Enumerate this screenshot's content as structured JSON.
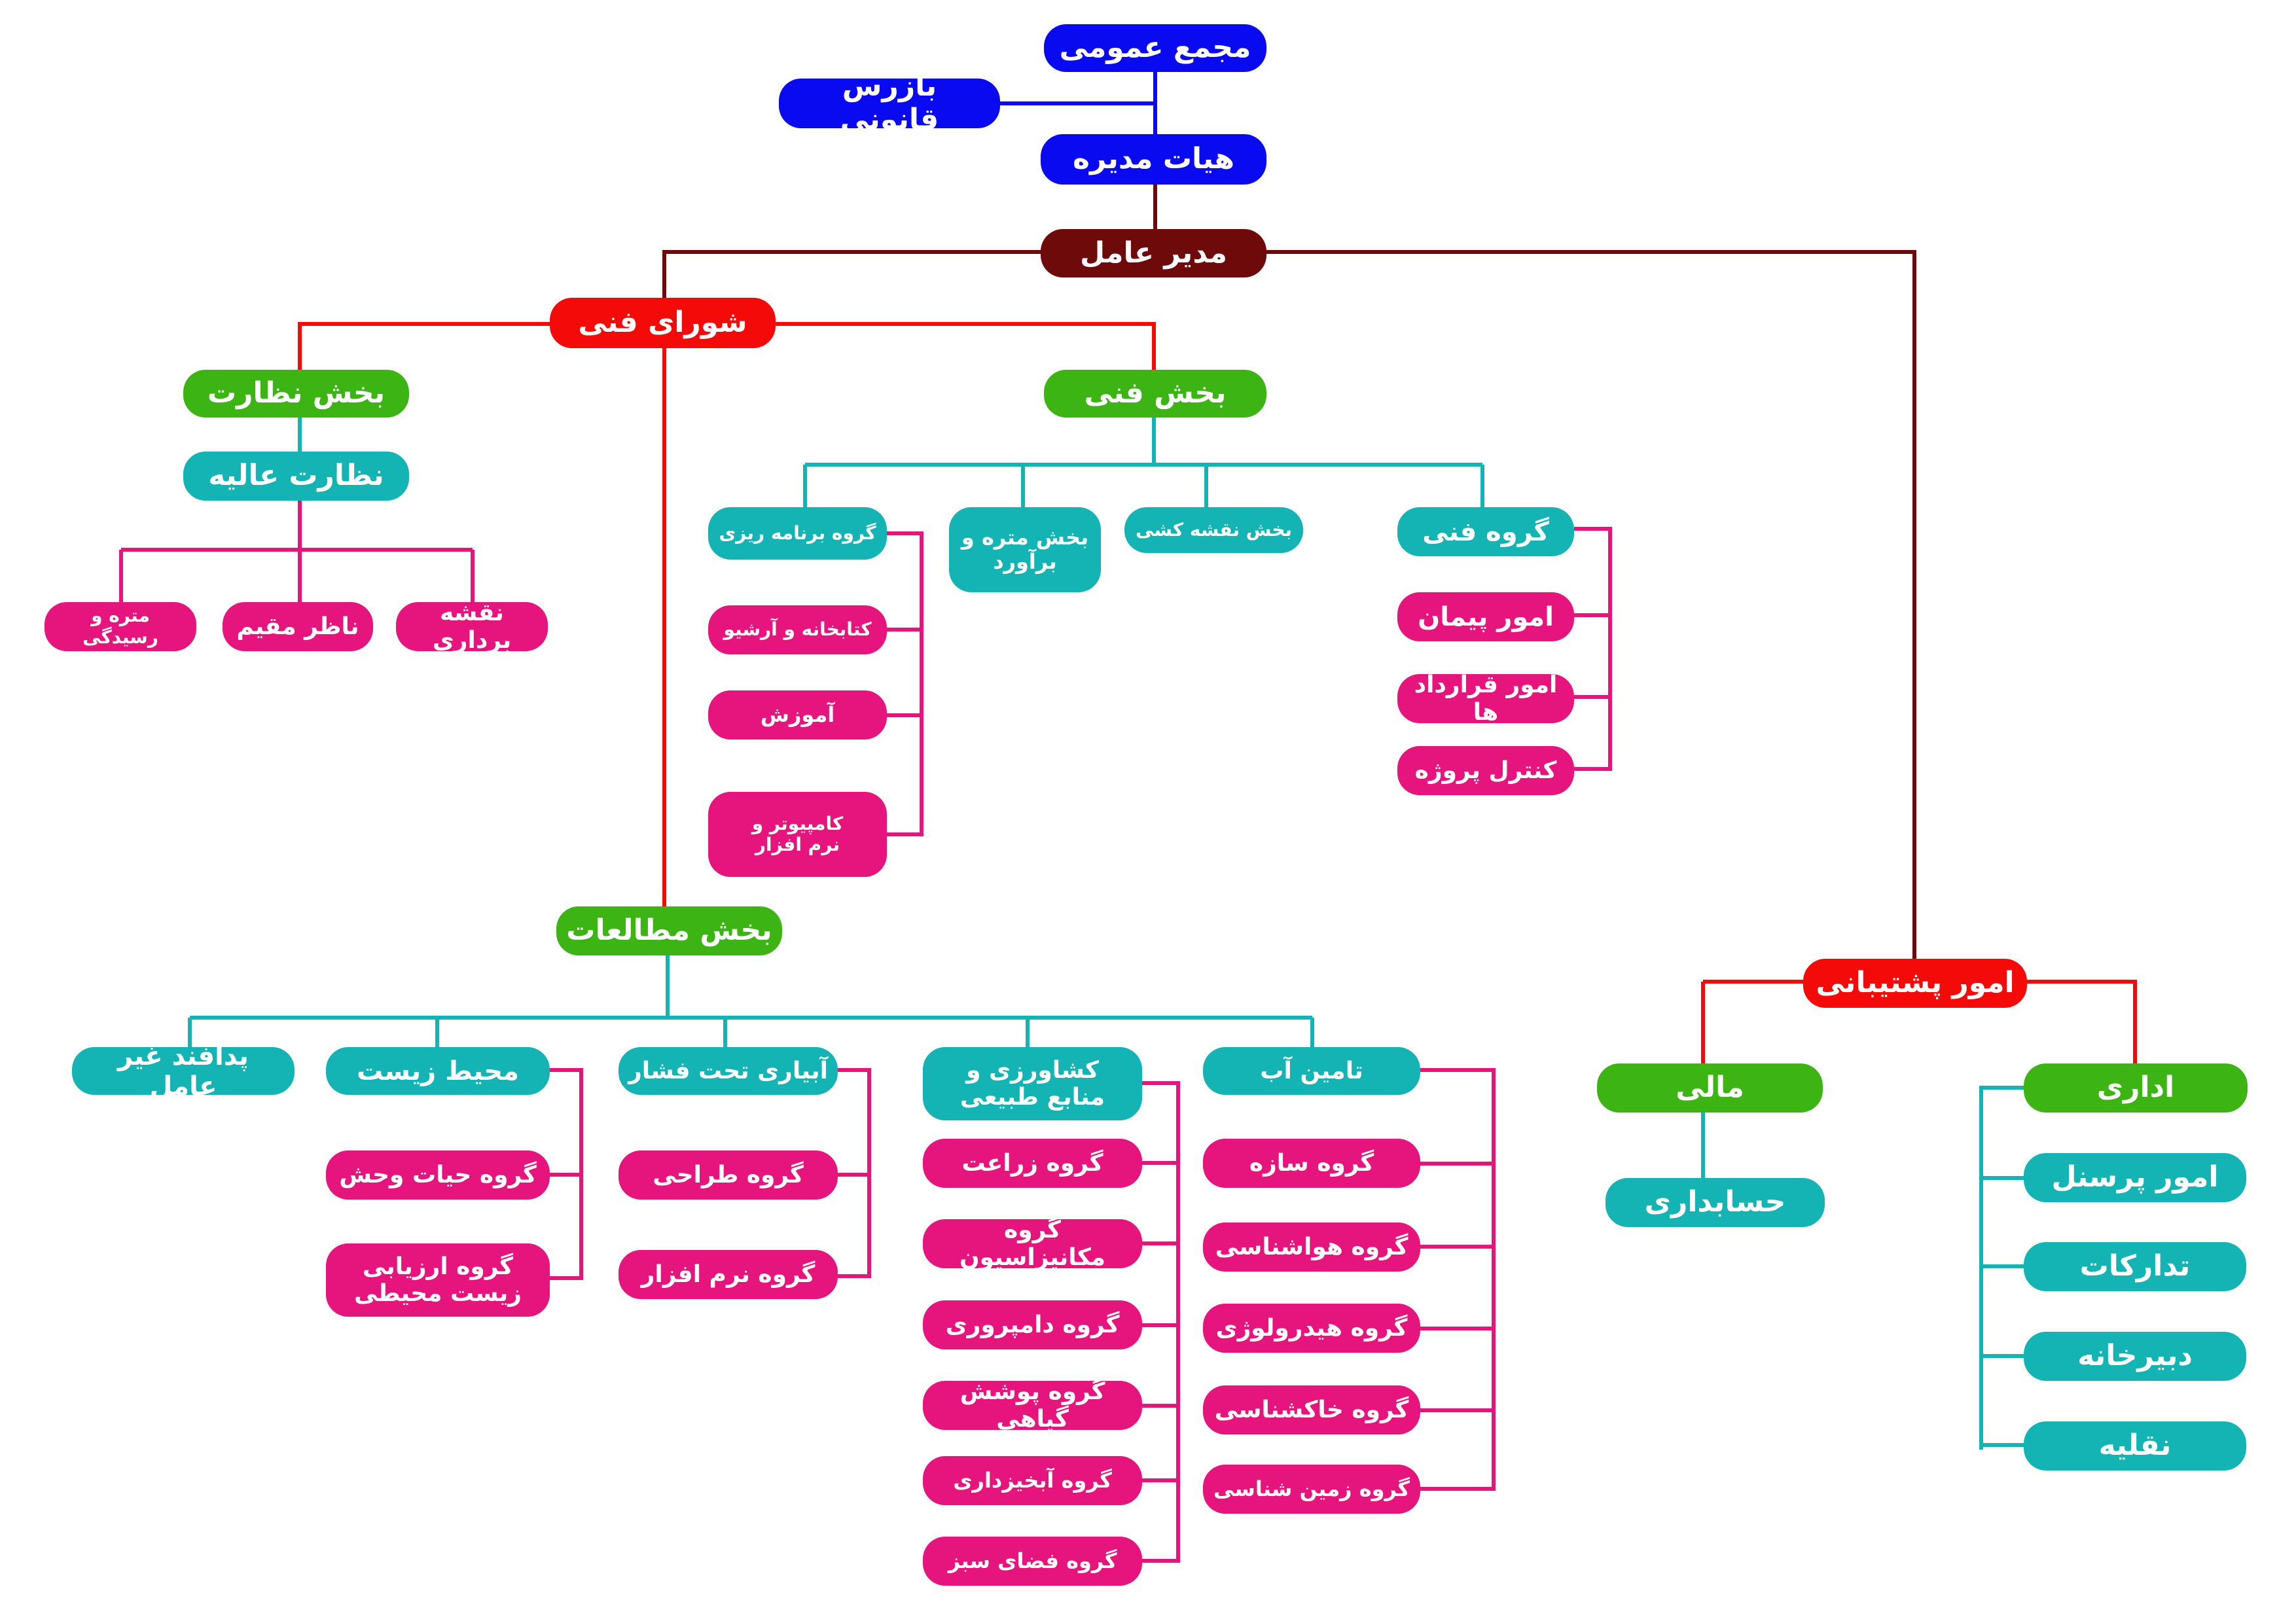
{
  "colors": {
    "board": "#0a0af0",
    "ceo": "#6e0a0a",
    "council": "#f50a0a",
    "section": "#3cb414",
    "unit": "#14b4b4",
    "group": "#e6147d"
  },
  "nodes": {
    "general_assembly": "مجمع عمومی",
    "legal_inspector": "بازرس قانونی",
    "board_of_directors": "هیات مدیره",
    "ceo": "مدیر عامل",
    "technical_council": "شورای فنی",
    "supervision_section": "بخش نظارت",
    "high_supervision": "نظارت عالیه",
    "surveying": "نقشه برداری",
    "resident_supervisor": "ناظر مقیم",
    "metering_review": "متره و رسیدگی",
    "technical_section": "بخش فنی",
    "technical_group": "گروه فنی",
    "drawing_section": "بخش نقشه کشی",
    "metering_estimation": "بخش متره و\nبرآورد",
    "planning_group": "گروه برنامه ریزی",
    "contract_affairs": "امور پیمان",
    "contracts_affairs": "امور قرارداد ها",
    "project_control": "کنترل پروژه",
    "library_archive": "کتابخانه و آرشیو",
    "training": "آموزش",
    "computer_software": "کامپیوتر و\nنرم افزار",
    "studies_section": "بخش مطالعات",
    "passive_defense": "پدافند غیر عامل",
    "environment": "محیط زیست",
    "pressurized_irrigation": "آبیاری تحت فشار",
    "agriculture_resources": "کشاورزی و\nمنابع طبیعی",
    "water_supply": "تامین آب",
    "wildlife_group": "گروه حیات وحش",
    "env_assessment_group": "گروه ارزیابی\nزیست محیطی",
    "design_group": "گروه طراحی",
    "software_group": "گروه نرم افزار",
    "farming_group": "گروه زراعت",
    "mechanization_group": "گروه مکانیزاسیون",
    "livestock_group": "گروه دامپروری",
    "vegetation_group": "گروه پوشش گیاهی",
    "watershed_group": "گروه آبخیزداری",
    "green_space_group": "گروه فضای سبز",
    "structure_group": "گروه سازه",
    "meteorology_group": "گروه هواشناسی",
    "hydrology_group": "گروه هیدرولوژی",
    "soil_science_group": "گروه خاکشناسی",
    "geology_group": "گروه زمین شناسی",
    "support_affairs": "امور پشتیبانی",
    "financial": "مالی",
    "accounting": "حسابداری",
    "administrative": "اداری",
    "personnel_affairs": "امور پرسنل",
    "procurement": "تدارکات",
    "secretariat": "دبیرخانه",
    "transportation": "نقلیه"
  }
}
